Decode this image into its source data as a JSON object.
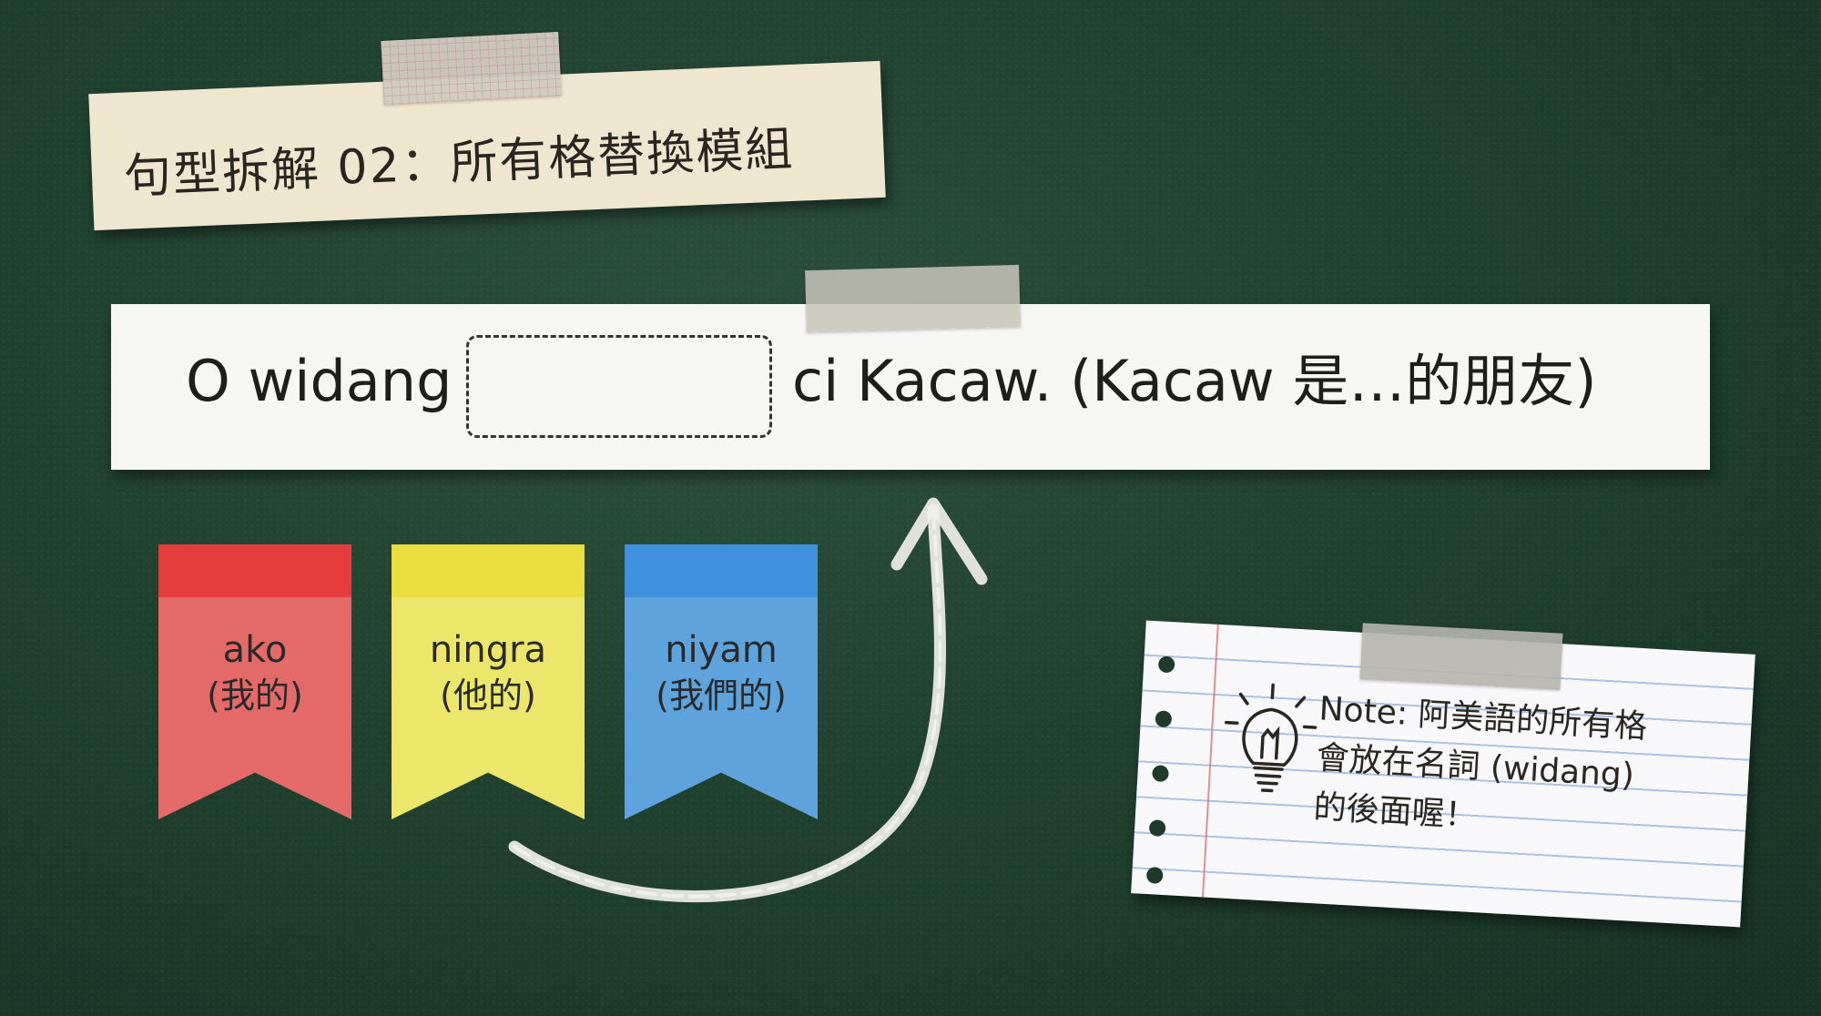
{
  "title": "句型拆解 02：所有格替換模組",
  "sentence": {
    "before": "O widang",
    "after": "ci Kacaw. (Kacaw 是…的朋友)"
  },
  "options": [
    {
      "word": "ako",
      "gloss": "(我的)",
      "color": "#e46a6a",
      "band": "#e43b3b"
    },
    {
      "word": "ningra",
      "gloss": "(他的)",
      "color": "#ece66a",
      "band": "#eadd3e"
    },
    {
      "word": "niyam",
      "gloss": "(我們的)",
      "color": "#5fa3dd",
      "band": "#3f90dd"
    }
  ],
  "note": {
    "line1": "Note: 阿美語的所有格",
    "line2": "會放在名詞 (widang)",
    "line3": "的後面喔！"
  },
  "colors": {
    "board": "#21412f",
    "paper": "#efe6cf",
    "chalk": "#f0f0ea"
  },
  "icons": [
    "lightbulb-icon",
    "curved-arrow-icon"
  ]
}
